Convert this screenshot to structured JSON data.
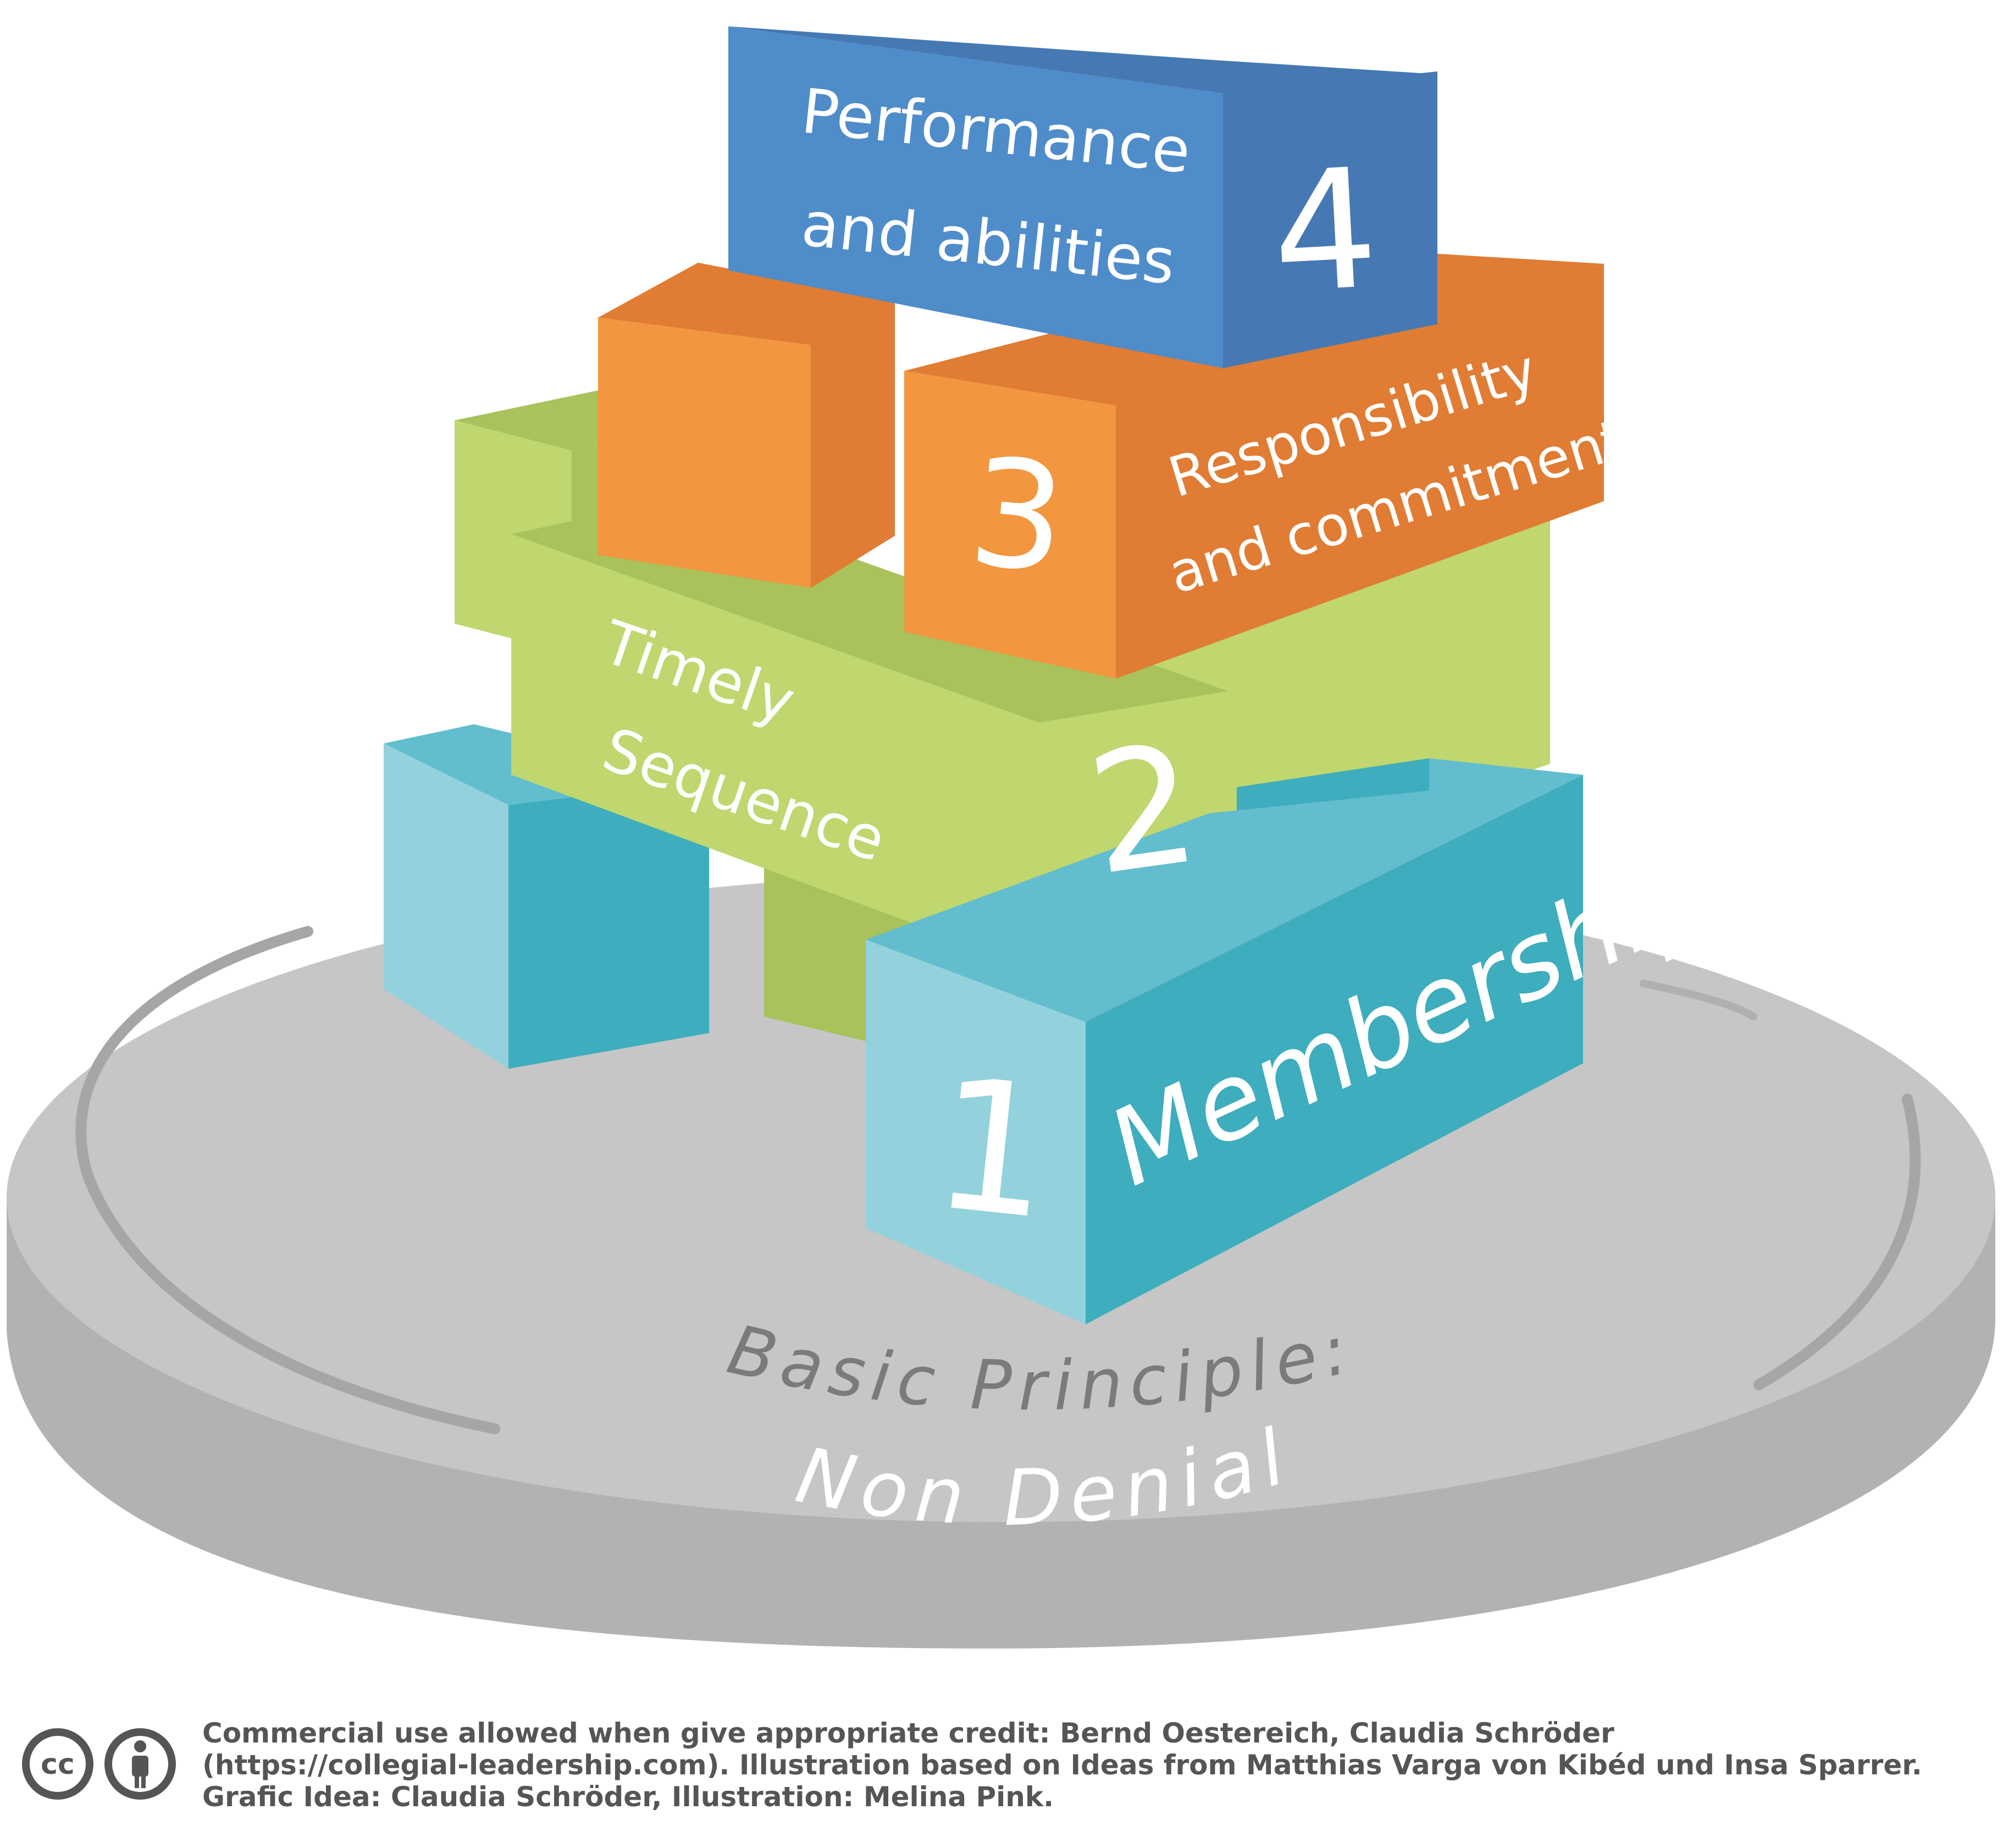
{
  "diagram": {
    "base": {
      "line1": "Basic Principle:",
      "line2": "Non Denial"
    },
    "levels": [
      {
        "number": "1",
        "label": "Membership"
      },
      {
        "number": "2",
        "label_lines": [
          "Timely",
          "Sequence"
        ]
      },
      {
        "number": "3",
        "label_lines": [
          "Responsibility",
          "and commitment"
        ]
      },
      {
        "number": "4",
        "label_lines": [
          "Performance",
          "and abilities"
        ]
      }
    ]
  },
  "footer": {
    "line1": "Commercial use allowed when give appropriate credit: Bernd Oestereich, Claudia Schröder",
    "line2": "(https://collegial-leadership.com). Illustration based on Ideas from Matthias Varga von Kibéd und Insa Sparrer.",
    "line3": "Grafic Idea: Claudia Schröder, Illustration: Melina Pink.",
    "license_icons": [
      {
        "name": "cc-icon",
        "text": "cc"
      },
      {
        "name": "attribution-person-icon"
      }
    ]
  },
  "colors": {
    "platform_top": "#c6c6c6",
    "platform_side": "#b2b2b2",
    "teal_light": "#93d2dc",
    "teal_mid": "#62bdcf",
    "teal_dark": "#3eadbd",
    "green_light": "#bfd76e",
    "green_dark": "#a9c25c",
    "orange_light": "#f2963f",
    "orange_dark": "#e07c33",
    "blue_light": "#4f8cca",
    "blue_dark": "#4679b3"
  }
}
